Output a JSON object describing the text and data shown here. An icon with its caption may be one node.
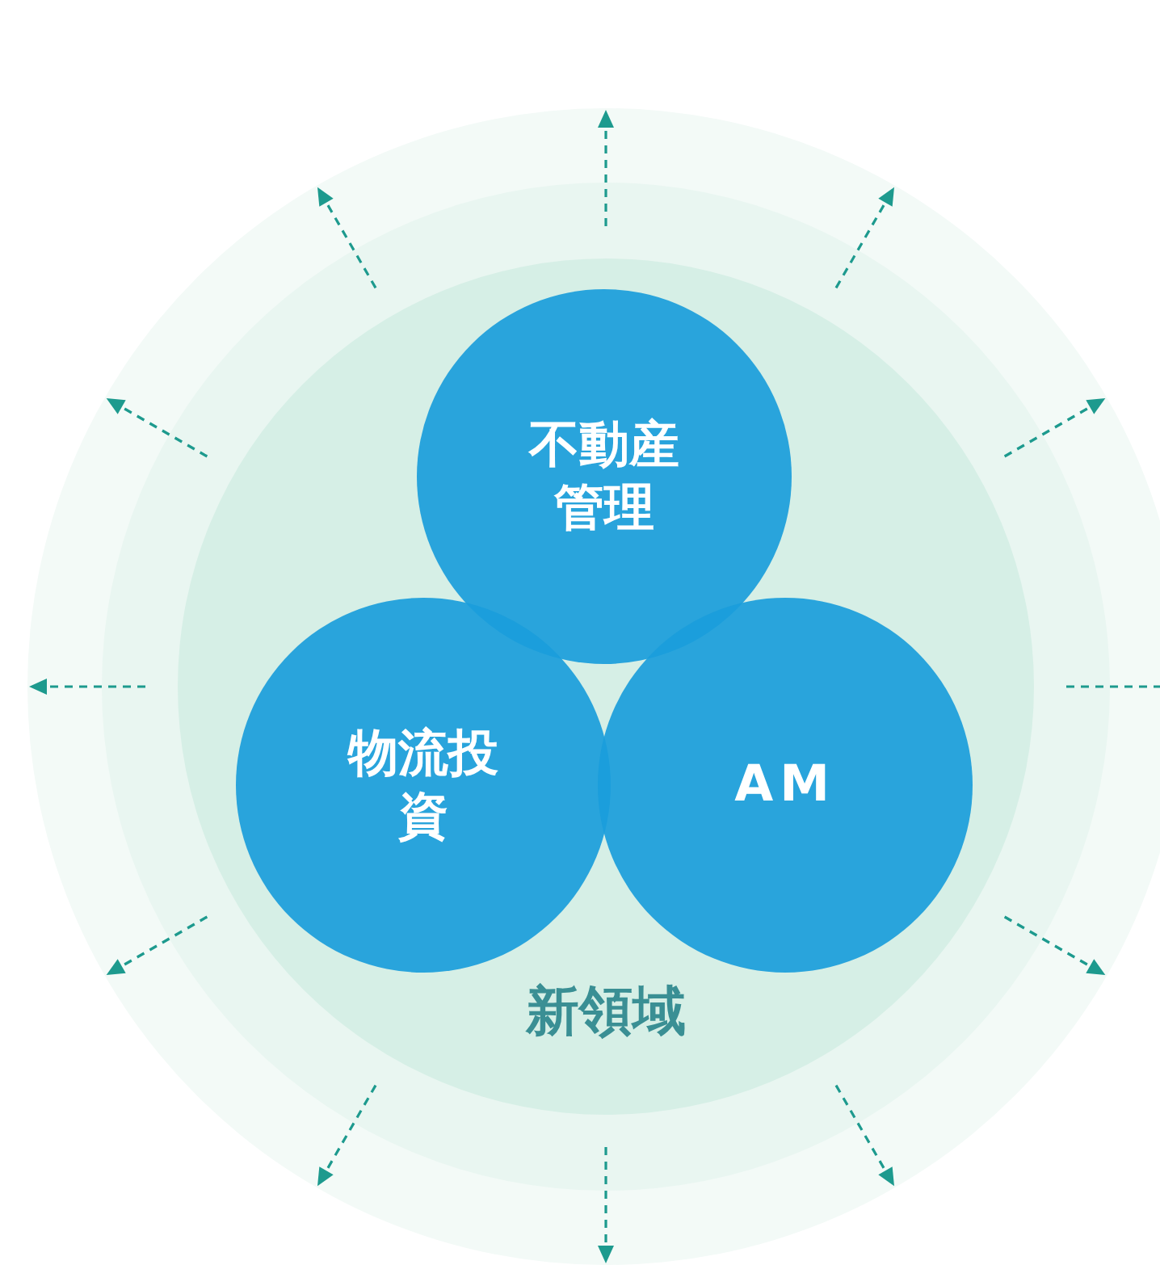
{
  "diagram": {
    "nodes": [
      {
        "text": [
          "新領域"
        ]
      },
      {
        "text": [
          "不動産管理"
        ],
        "in": 0
      },
      {
        "text": [
          "物流投資"
        ],
        "in": 0
      },
      {
        "text": [
          "AM"
        ],
        "in": 0
      }
    ]
  }
}
